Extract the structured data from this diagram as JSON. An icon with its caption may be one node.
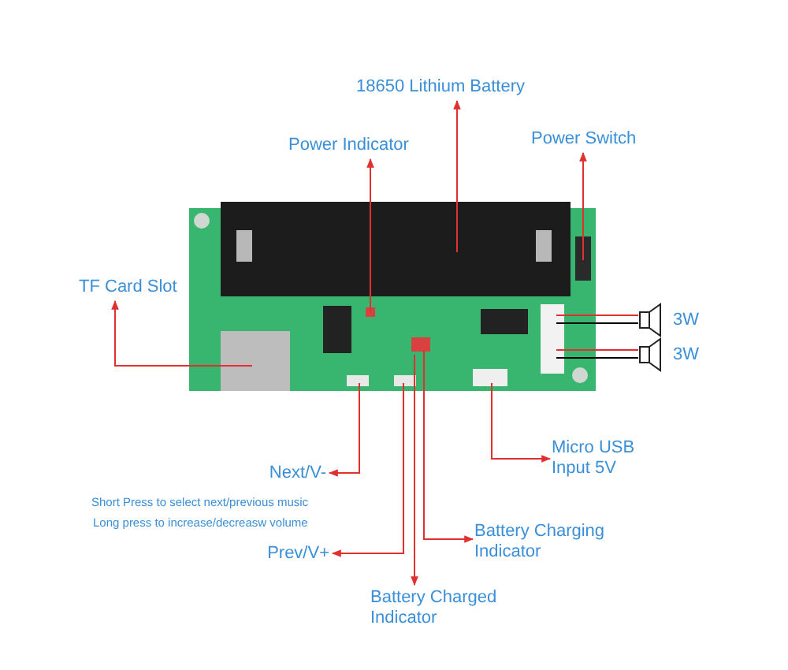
{
  "diagram": {
    "nodes": [
      {
        "text": [],
        "shape": "picture"
      },
      {
        "text": [
          "18650 Lithium Battery"
        ]
      },
      {
        "text": [
          "Power Indicator"
        ]
      },
      {
        "text": [
          "Power Switch"
        ]
      },
      {
        "text": [
          "TF Card Slot"
        ]
      },
      {
        "text": [],
        "shape": "speaker",
        "beside": [
          "3W"
        ]
      },
      {
        "text": [],
        "shape": "speaker",
        "beside": [
          "3W"
        ]
      },
      {
        "text": [
          "Next/V-"
        ]
      },
      {
        "text": [
          "Micro USB Input 5V"
        ]
      },
      {
        "text": [
          "Prev/V+"
        ]
      },
      {
        "text": [
          "Battery Charging Indicator"
        ]
      },
      {
        "text": [
          "Battery Charged Indicator"
        ]
      }
    ],
    "edges": [
      {
        "from": 0,
        "to": 1,
        "arrow": "to"
      },
      {
        "from": 0,
        "to": 2,
        "arrow": "to"
      },
      {
        "from": 0,
        "to": 3,
        "arrow": "to"
      },
      {
        "from": 0,
        "to": 4,
        "arrow": "to"
      },
      {
        "from": 0,
        "to": 5,
        "arrow": "none"
      },
      {
        "from": 0,
        "to": 5,
        "arrow": "none",
        "color": "#000000"
      },
      {
        "from": 0,
        "to": 6,
        "arrow": "none"
      },
      {
        "from": 0,
        "to": 6,
        "arrow": "none",
        "color": "#000000"
      },
      {
        "from": 0,
        "to": 7,
        "arrow": "to"
      },
      {
        "from": 0,
        "to": 8,
        "arrow": "to"
      },
      {
        "from": 0,
        "to": 9,
        "arrow": "to"
      },
      {
        "from": 0,
        "to": 10,
        "arrow": "to"
      },
      {
        "from": 0,
        "to": 11,
        "arrow": "to"
      }
    ],
    "labels": [
      "Short Press to select next/previous music",
      "Long press to increase/decreasw volume"
    ]
  }
}
